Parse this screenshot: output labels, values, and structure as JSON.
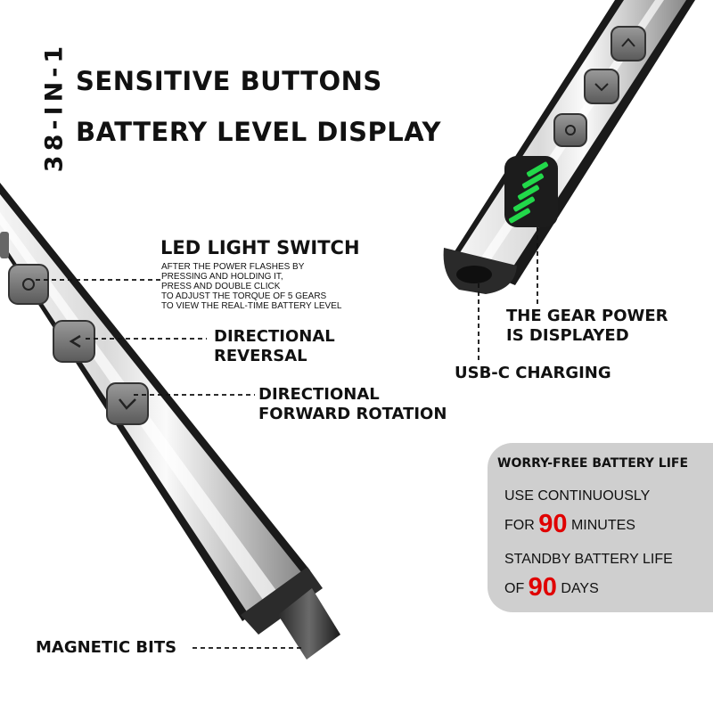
{
  "vertical_title": "38-IN-1",
  "headlines": {
    "line1": "SENSITIVE BUTTONS",
    "line2": "BATTERY LEVEL DISPLAY"
  },
  "callouts": {
    "led": {
      "title": "LED LIGHT SWITCH",
      "details": [
        "AFTER THE POWER FLASHES BY",
        "PRESSING AND HOLDING IT,",
        "PRESS AND DOUBLE CLICK",
        "TO ADJUST THE TORQUE OF 5 GEARS",
        "TO VIEW THE REAL-TIME BATTERY LEVEL"
      ]
    },
    "reversal": [
      "DIRECTIONAL",
      "REVERSAL"
    ],
    "forward": [
      "DIRECTIONAL",
      "FORWARD ROTATION"
    ],
    "gear_power": [
      "THE GEAR POWER",
      "IS DISPLAYED"
    ],
    "usb": "USB-C CHARGING",
    "magnetic": "MAGNETIC BITS"
  },
  "battery_panel": {
    "title": "WORRY-FREE BATTERY LIFE",
    "continuous_line1": "USE CONTINUOUSLY",
    "continuous_prefix": "FOR",
    "continuous_value": "90",
    "continuous_suffix": "MINUTES",
    "standby_line1": "STANDBY BATTERY LIFE",
    "standby_prefix": "OF",
    "standby_value": "90",
    "standby_suffix": "DAYS"
  },
  "colors": {
    "accent_red": "#e00000",
    "led_green": "#22d84a",
    "panel_gray": "#cfcfcf"
  }
}
